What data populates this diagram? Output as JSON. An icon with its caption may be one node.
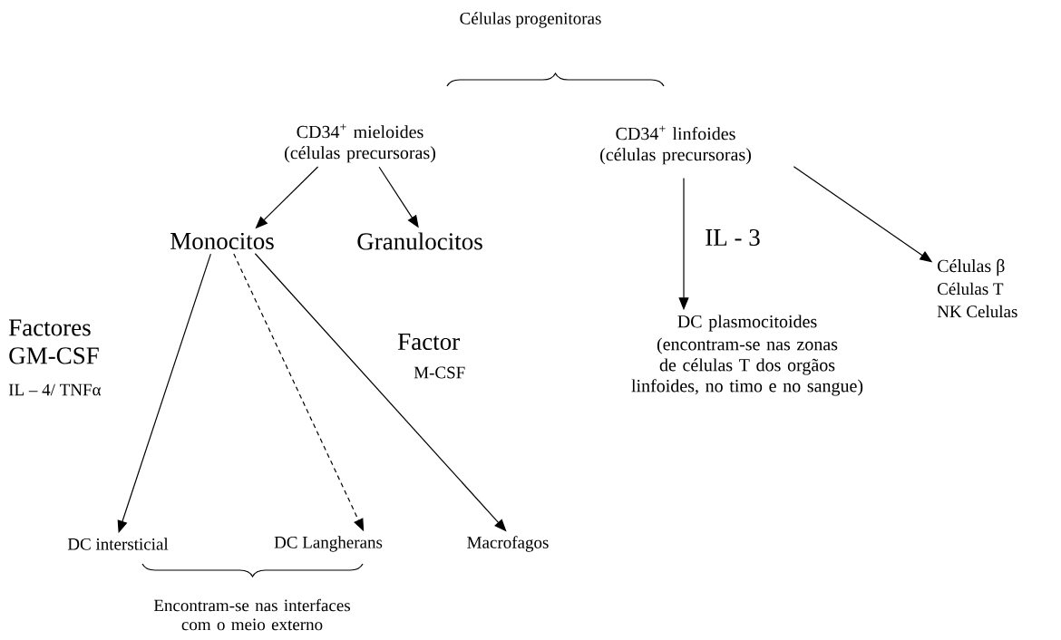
{
  "diagram": {
    "nodes": [
      {
        "text": [
          "CD34$^{+}$ mieloides (células precursoras)"
        ]
      },
      {
        "text": [
          "CD34$^{+}$ linfoides (células precursoras)"
        ]
      },
      {
        "text": [
          "Monocitos"
        ]
      },
      {
        "text": [
          "Granulocitos"
        ]
      },
      {
        "text": [
          "DC plasmocitoides",
          "(encontram-se nas zonas de células T dos orgãos linfoides, no timo e no sangue)"
        ]
      },
      {
        "text": [
          "Células β",
          "Células T",
          "NK Celulas"
        ]
      },
      {
        "text": [
          "DC intersticial"
        ]
      },
      {
        "text": [
          "DC Langherans"
        ]
      },
      {
        "text": [
          "Macrofagos"
        ]
      }
    ],
    "edges": [
      {
        "from": 0,
        "to": 2,
        "arrow": "to"
      },
      {
        "from": 0,
        "to": 3,
        "arrow": "to"
      },
      {
        "from": 1,
        "to": 4,
        "arrow": "to",
        "label": "IL - 3"
      },
      {
        "from": 1,
        "to": 5,
        "arrow": "to"
      },
      {
        "from": 2,
        "to": 6,
        "arrow": "to"
      },
      {
        "from": 2,
        "to": 7,
        "arrow": "to",
        "style": "dashed"
      },
      {
        "from": 2,
        "to": 8,
        "arrow": "to"
      }
    ],
    "labels": [
      "Células progenitoras",
      "Factores GM-CSF",
      "IL – 4/ TNFα",
      "Factor",
      "M-CSF",
      "Encontram-se nas interfaces com o meio externo"
    ]
  }
}
